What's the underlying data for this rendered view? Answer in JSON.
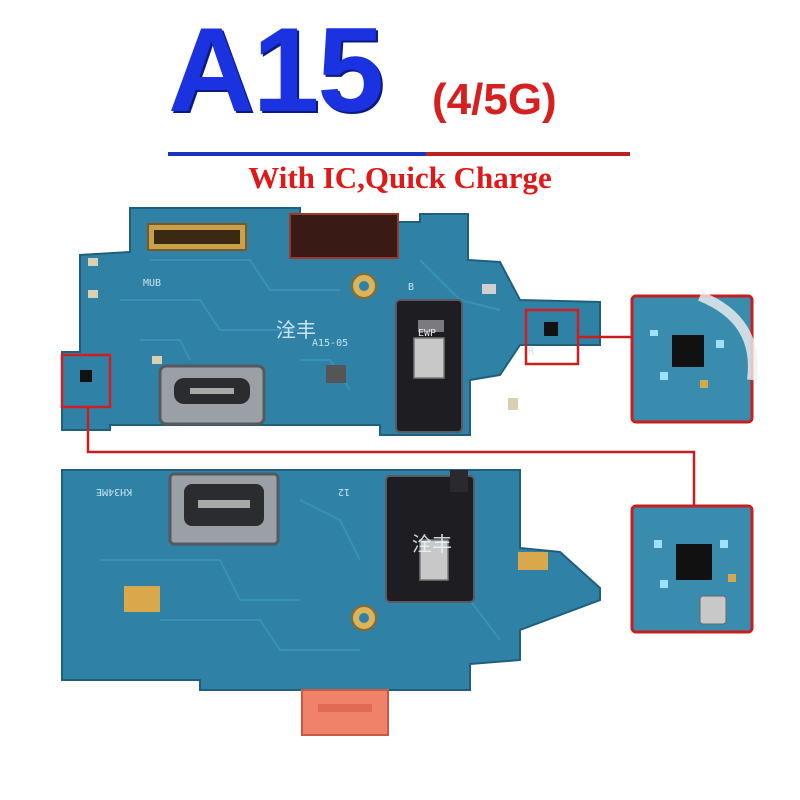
{
  "header": {
    "model": "A15",
    "variant": "(4/5G)",
    "subtitle": "With IC,Quick Charge"
  },
  "board_top": {
    "silkscreen": [
      "MUB",
      "A15-05",
      "B",
      "R",
      "EWP"
    ],
    "watermark": "洤丰"
  },
  "board_bottom": {
    "silkscreen": [
      "KH34ME",
      "12"
    ],
    "watermark": "洤丰"
  },
  "colors": {
    "model_blue": "#1a32e0",
    "accent_red": "#d62020",
    "pcb_blue": "#2e7fa3",
    "callout_red": "#c81e1e"
  },
  "icons": [
    "usb-c-port",
    "headphone-jack",
    "charge-ic",
    "board-connector"
  ]
}
